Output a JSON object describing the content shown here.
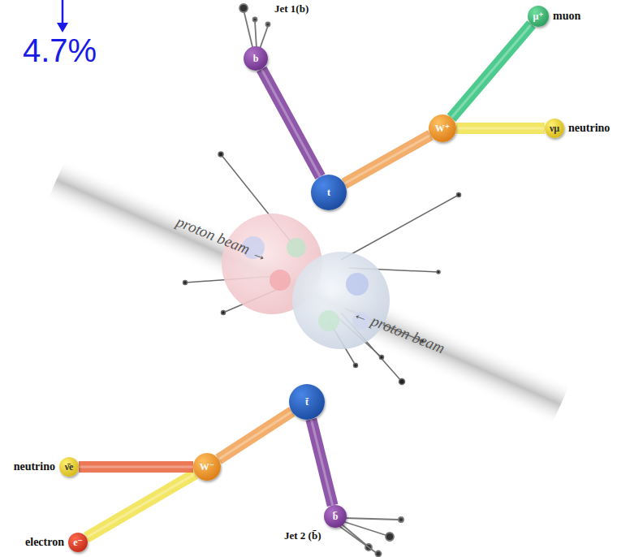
{
  "diagram": {
    "nodes": [
      {
        "text": [
          "b"
        ]
      },
      {
        "text": [
          "μ⁺",
          "muon"
        ]
      },
      {
        "text": [
          "W⁺"
        ]
      },
      {
        "text": [
          "νμ",
          "neutrino"
        ]
      },
      {
        "text": [
          "t"
        ]
      },
      {
        "text": [
          "t̄"
        ]
      },
      {
        "text": [
          "ν̄e",
          "neutrino"
        ]
      },
      {
        "text": [
          "W⁻"
        ]
      },
      {
        "text": [
          "e⁻",
          "electron"
        ]
      },
      {
        "text": [
          "b̄"
        ]
      }
    ],
    "edges": [
      {
        "from": 4,
        "to": 0,
        "arrow": "none"
      },
      {
        "from": 4,
        "to": 2,
        "arrow": "none"
      },
      {
        "from": 2,
        "to": 1,
        "arrow": "none"
      },
      {
        "from": 2,
        "to": 3,
        "arrow": "none"
      },
      {
        "from": 5,
        "to": 9,
        "arrow": "none"
      },
      {
        "from": 5,
        "to": 7,
        "arrow": "none"
      },
      {
        "from": 7,
        "to": 8,
        "arrow": "none"
      },
      {
        "from": 7,
        "to": 6,
        "arrow": "none"
      }
    ],
    "labels": [
      "4.7%",
      "Jet 1(b)",
      "proton beam →",
      "← proton beam",
      "Jet 2 (b̄)"
    ]
  }
}
